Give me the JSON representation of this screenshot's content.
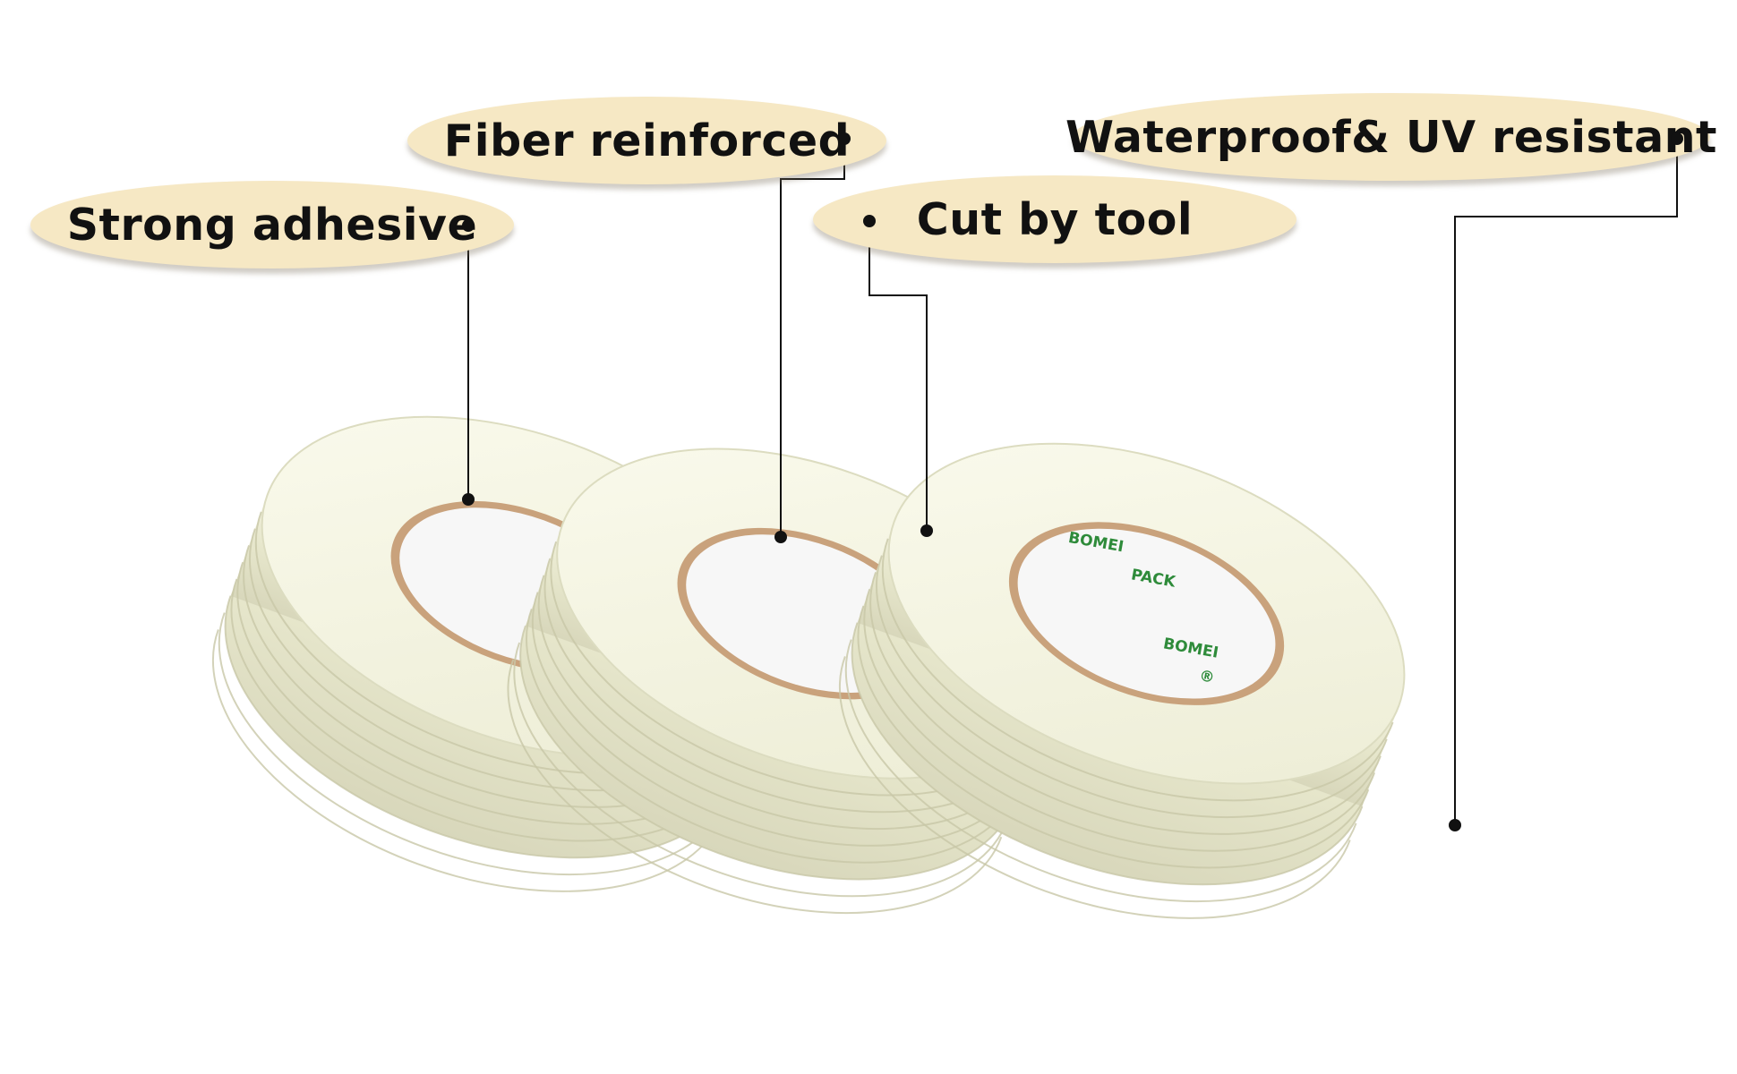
{
  "callouts": {
    "strong_adhesive": "Strong adhesive",
    "fiber_reinforced": "Fiber reinforced",
    "cut_by_tool": "Cut by tool",
    "waterproof_uv": "Waterproof& UV resistant"
  },
  "core_brand": {
    "name": "BOMEI",
    "suffix": "PACK",
    "mark": "®"
  },
  "colors": {
    "callout_fill": "#f6e8c4",
    "leader_line": "#111111",
    "brand_green": "#2e8b3a"
  }
}
